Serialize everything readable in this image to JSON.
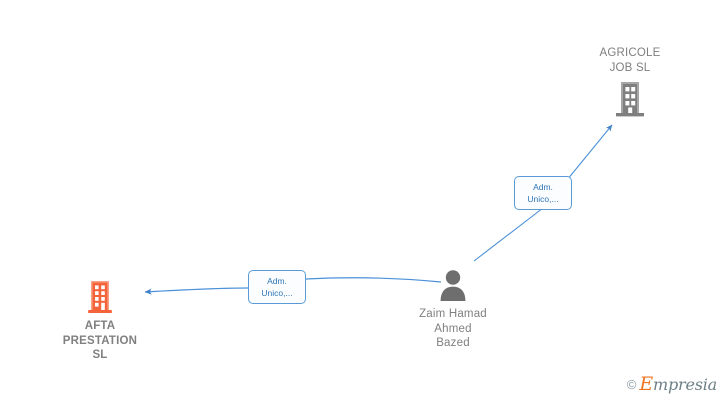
{
  "graph": {
    "title": "Company relationship graph",
    "background_color": "#ffffff",
    "nodes": [
      {
        "id": "agricole",
        "type": "company",
        "icon": "building-icon",
        "label": "AGRICOLE\nJOB  SL",
        "label_position": "above",
        "color": "#808080",
        "bold": false
      },
      {
        "id": "afta",
        "type": "company",
        "icon": "building-icon",
        "label": "AFTA\nPRESTATION\nSL",
        "label_position": "below",
        "color": "#f4633a",
        "bold": true
      },
      {
        "id": "person",
        "type": "person",
        "icon": "person-icon",
        "label": "Zaim Hamad\nAhmed\nBazed",
        "label_position": "below",
        "color": "#6e6e6e",
        "bold": false
      }
    ],
    "edges": [
      {
        "id": "edge-person-agricole",
        "from": "person",
        "to": "agricole",
        "label": "Adm.\nUnico,...",
        "color": "#4a90d9",
        "arrow": "to"
      },
      {
        "id": "edge-person-afta",
        "from": "person",
        "to": "afta",
        "label": "Adm.\nUnico,...",
        "color": "#4a90d9",
        "arrow": "to"
      }
    ]
  },
  "watermark": {
    "copyright": "©",
    "brand_cap": "E",
    "brand_rest": "mpresia",
    "cap_color": "#ef7521",
    "rest_color": "#6d7f86"
  }
}
